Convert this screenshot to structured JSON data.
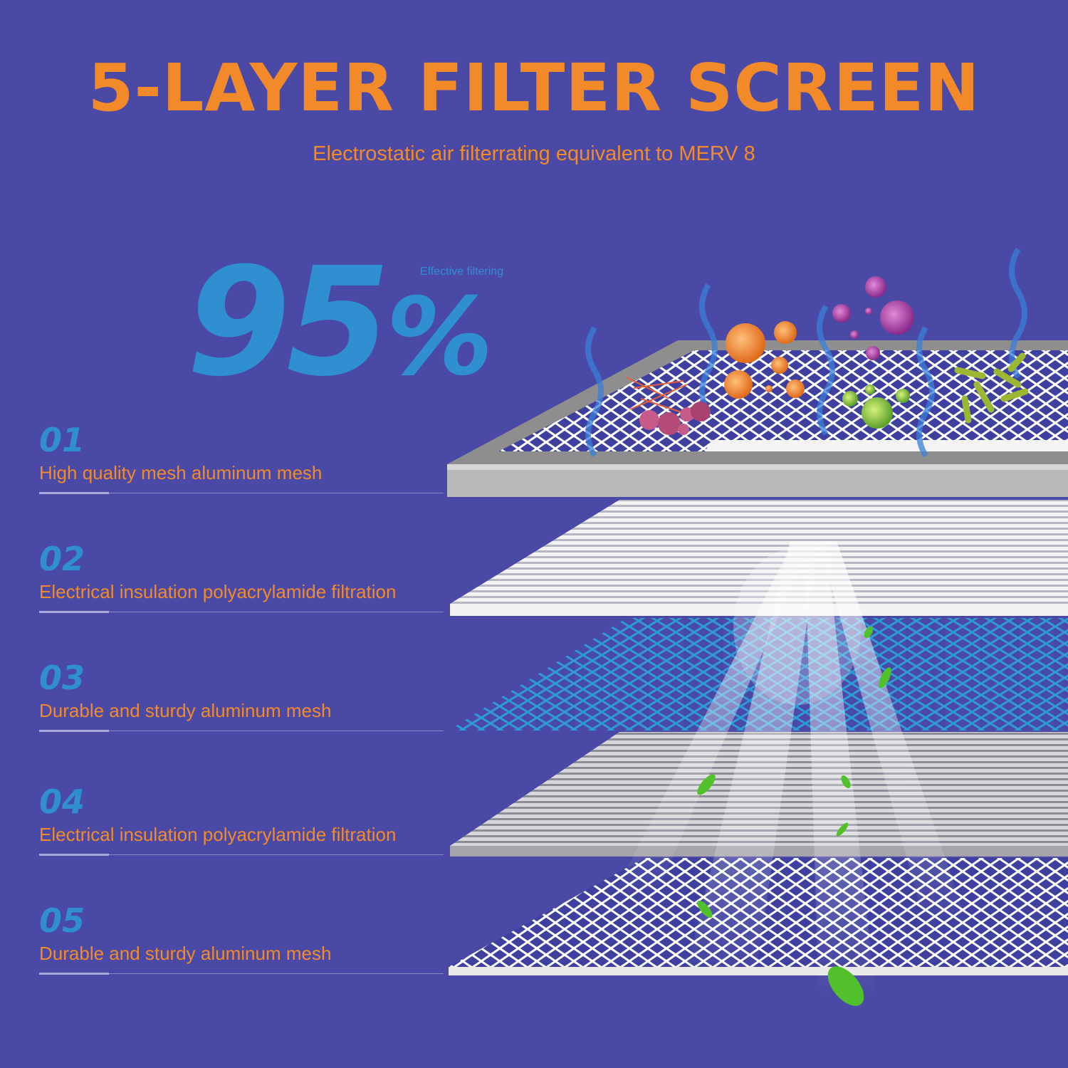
{
  "header": {
    "title": "5-LAYER FILTER SCREEN",
    "subtitle": "Electrostatic air filterrating equivalent to MERV 8"
  },
  "stat": {
    "value": "95",
    "unit": "%",
    "caption": "Effective filtering"
  },
  "layers": [
    {
      "number": "01",
      "label": "High quality mesh aluminum mesh"
    },
    {
      "number": "02",
      "label": "Electrical insulation polyacrylamide filtration"
    },
    {
      "number": "03",
      "label": "Durable and sturdy aluminum mesh"
    },
    {
      "number": "04",
      "label": "Electrical insulation polyacrylamide filtration"
    },
    {
      "number": "05",
      "label": "Durable and sturdy aluminum mesh"
    }
  ],
  "colors": {
    "background": "#4a4aa6",
    "title": "#f28a2a",
    "accent_blue": "#2f8fd0",
    "frame_gray": "#9c9c9c"
  }
}
